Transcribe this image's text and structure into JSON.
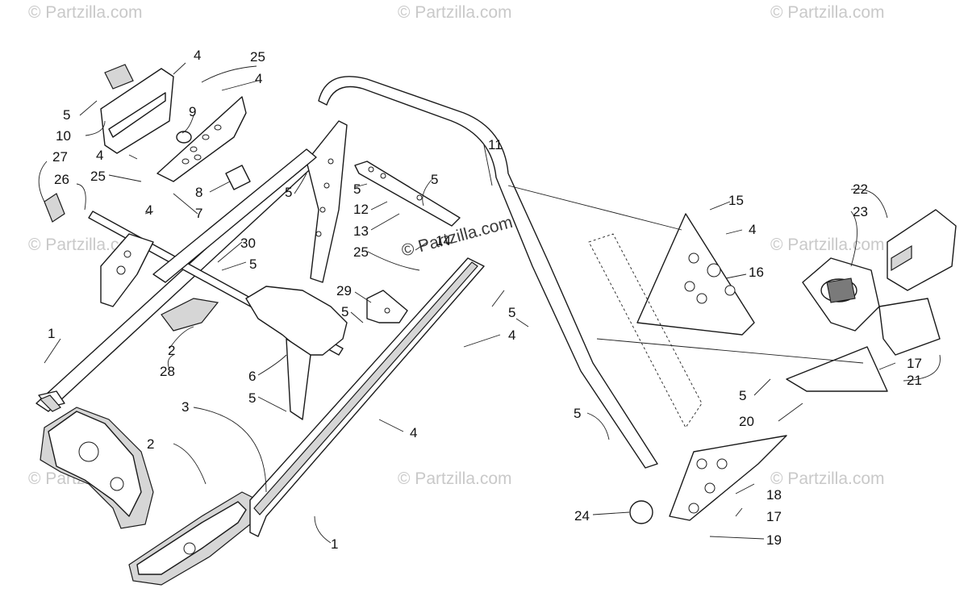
{
  "watermarks": {
    "text": "© Partzilla.com",
    "main_text": "© Partzilla.com"
  },
  "callouts": {
    "c1a": "1",
    "c1b": "1",
    "c2a": "2",
    "c2b": "2",
    "c3": "3",
    "c4a": "4",
    "c4b": "4",
    "c4c": "4",
    "c4d": "4",
    "c4e": "4",
    "c4f": "4",
    "c4g": "4",
    "c5a": "5",
    "c5b": "5",
    "c5c": "5",
    "c5d": "5",
    "c5e": "5",
    "c5f": "5",
    "c5g": "5",
    "c5h": "5",
    "c5i": "5",
    "c5j": "5",
    "c6": "6",
    "c7": "7",
    "c8": "8",
    "c9": "9",
    "c10": "10",
    "c11": "11",
    "c12": "12",
    "c13": "13",
    "c14": "14",
    "c15": "15",
    "c16": "16",
    "c17a": "17",
    "c17b": "17",
    "c18": "18",
    "c19": "19",
    "c20": "20",
    "c21": "21",
    "c22": "22",
    "c23": "23",
    "c24": "24",
    "c25a": "25",
    "c25b": "25",
    "c25c": "25",
    "c26": "26",
    "c27": "27",
    "c28": "28",
    "c29": "29",
    "c30": "30"
  },
  "colors": {
    "line": "#1a1a1a",
    "watermark": "#c9c9c9",
    "background": "#ffffff"
  }
}
